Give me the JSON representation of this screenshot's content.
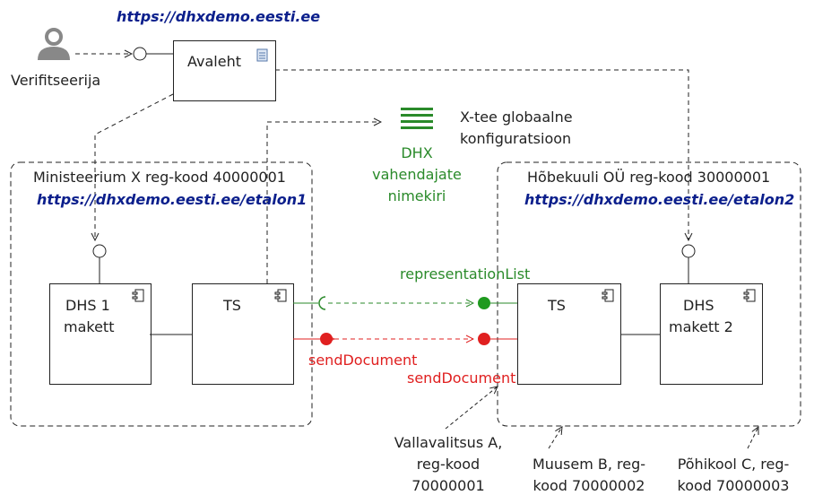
{
  "actors": {
    "verifier": "Verifitseerija"
  },
  "nodes": {
    "avaleht": {
      "label": "Avaleht",
      "url": "https://dhxdemo.eesti.ee"
    },
    "dhx_list": {
      "lines": [
        "DHX",
        "vahendajate",
        "nimekiri"
      ]
    },
    "xtee": {
      "lines": [
        "X-tee globaalne",
        "konfiguratsioon"
      ]
    }
  },
  "containers": {
    "left": {
      "title": "Ministeerium X reg-kood 40000001",
      "url": "https://dhxdemo.eesti.ee/etalon1",
      "dhs": [
        "DHS 1",
        "makett"
      ],
      "ts": "TS"
    },
    "right": {
      "title": "Hõbekuuli OÜ reg-kood 30000001",
      "url": "https://dhxdemo.eesti.ee/etalon2",
      "dhs": [
        "DHS",
        "makett 2"
      ],
      "ts": "TS"
    }
  },
  "interfaces": {
    "representation_list": "representationList",
    "send_document_left": "sendDocument",
    "send_document_right": "sendDocument"
  },
  "clients": {
    "a": [
      "Vallavalitsus A,",
      "reg-kood",
      "70000001"
    ],
    "b": [
      "Muusem B, reg-",
      "kood 70000002"
    ],
    "c": [
      "Põhikool C, reg-",
      "kood 70000003"
    ]
  },
  "colors": {
    "url": "#0b1f8c",
    "green": "#2a8a2a",
    "red": "#e02020"
  }
}
